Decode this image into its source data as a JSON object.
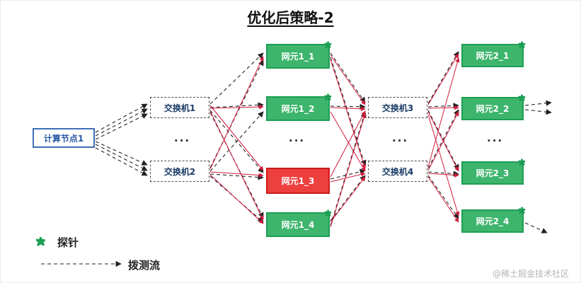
{
  "title": "优化后策略-2",
  "nodes": {
    "compute": {
      "label": "计算节点1"
    },
    "switch1": {
      "label": "交换机1"
    },
    "switch2": {
      "label": "交换机2"
    },
    "switch3": {
      "label": "交换机3"
    },
    "switch4": {
      "label": "交换机4"
    },
    "ne1_1": {
      "label": "网元1_1"
    },
    "ne1_2": {
      "label": "网元1_2"
    },
    "ne1_3": {
      "label": "网元1_3"
    },
    "ne1_4": {
      "label": "网元1_4"
    },
    "ne2_1": {
      "label": "网元2_1"
    },
    "ne2_2": {
      "label": "网元2_2"
    },
    "ne2_3": {
      "label": "网元2_3"
    },
    "ne2_4": {
      "label": "网元2_4"
    }
  },
  "ellipsis": "...",
  "legend": {
    "probe": "探针",
    "flow": "拨测流"
  },
  "watermark": "@稀土掘金技术社区",
  "colors": {
    "green_fill": "#3db56c",
    "green_border": "#1d9e53",
    "red_fill": "#ee3f3f",
    "red_border": "#cc1b1b",
    "blue_border": "#3d6eb5",
    "blue_text": "#2a5ca8",
    "switch_text": "#1a3b66",
    "edge_red": "#d01b3d",
    "edge_dark": "#222222"
  },
  "edges": {
    "dashed": [
      [
        134,
        186,
        207,
        146
      ],
      [
        134,
        191,
        207,
        153
      ],
      [
        134,
        196,
        207,
        160
      ],
      [
        134,
        199,
        207,
        232
      ],
      [
        134,
        203,
        207,
        240
      ],
      [
        134,
        208,
        207,
        247
      ],
      [
        296,
        146,
        371,
        74
      ],
      [
        296,
        151,
        371,
        147
      ],
      [
        296,
        155,
        371,
        243
      ],
      [
        296,
        158,
        371,
        307
      ],
      [
        296,
        236,
        371,
        84
      ],
      [
        296,
        241,
        371,
        157
      ],
      [
        296,
        245,
        371,
        250
      ],
      [
        296,
        248,
        371,
        313
      ],
      [
        466,
        74,
        515,
        144
      ],
      [
        466,
        149,
        515,
        150
      ],
      [
        466,
        80,
        515,
        233
      ],
      [
        466,
        252,
        515,
        240
      ],
      [
        466,
        311,
        515,
        247
      ],
      [
        466,
        318,
        515,
        157
      ],
      [
        604,
        145,
        647,
        72
      ],
      [
        604,
        150,
        647,
        148
      ],
      [
        604,
        155,
        647,
        239
      ],
      [
        604,
        237,
        647,
        154
      ],
      [
        604,
        242,
        647,
        245
      ],
      [
        604,
        247,
        647,
        308
      ],
      [
        741,
        148,
        778,
        144
      ],
      [
        741,
        154,
        778,
        158
      ],
      [
        741,
        314,
        772,
        328
      ],
      [
        57,
        372,
        170,
        372
      ]
    ],
    "red": [
      [
        296,
        148,
        371,
        240
      ],
      [
        296,
        152,
        371,
        150
      ],
      [
        296,
        156,
        371,
        310
      ],
      [
        296,
        238,
        371,
        79
      ],
      [
        296,
        242,
        371,
        247
      ],
      [
        296,
        246,
        371,
        315
      ],
      [
        466,
        77,
        515,
        147
      ],
      [
        466,
        83,
        515,
        237
      ],
      [
        466,
        151,
        515,
        153
      ],
      [
        466,
        157,
        515,
        241
      ],
      [
        466,
        249,
        515,
        156
      ],
      [
        466,
        256,
        515,
        244
      ],
      [
        466,
        313,
        515,
        249
      ],
      [
        466,
        320,
        515,
        160
      ],
      [
        604,
        147,
        647,
        75
      ],
      [
        604,
        152,
        647,
        151
      ],
      [
        604,
        157,
        647,
        241
      ],
      [
        604,
        161,
        647,
        304
      ],
      [
        604,
        235,
        647,
        81
      ],
      [
        604,
        240,
        647,
        157
      ],
      [
        604,
        244,
        647,
        247
      ],
      [
        604,
        249,
        647,
        313
      ]
    ]
  }
}
